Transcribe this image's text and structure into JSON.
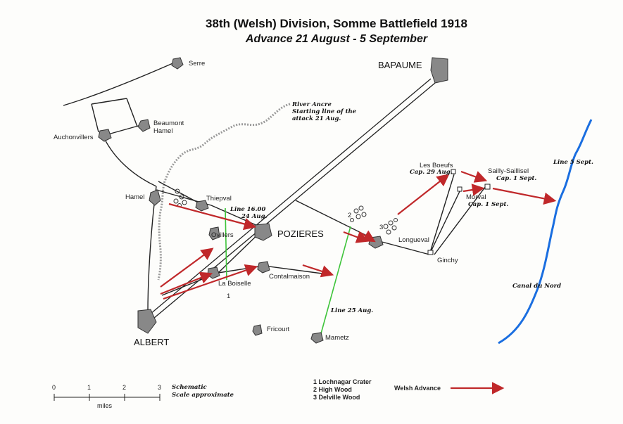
{
  "title": "38th (Welsh) Division, Somme Battlefield 1918",
  "subtitle": "Advance 21 August - 5 September",
  "places": {
    "serre": "Serre",
    "bapaume": "BAPAUME",
    "beaumont_hamel_1": "Beaumont",
    "beaumont_hamel_2": "Hamel",
    "auchonvillers": "Auchonvillers",
    "hamel": "Hamel",
    "thiepval": "Thiepval",
    "ovillers": "Ovillers",
    "pozieres": "POZIERES",
    "la_boiselle": "La Boiselle",
    "contalmaison": "Contalmaison",
    "longueval": "Longueval",
    "les_boeufs": "Les Boeufs",
    "sailly_saillisel": "Sailly-Saillisel",
    "morval": "Morval",
    "ginchy": "Ginchy",
    "fricourt": "Fricourt",
    "mametz": "Mametz",
    "albert": "ALBERT"
  },
  "notes": {
    "river_1": "River Ancre",
    "river_2": "Starting line of the",
    "river_3": "attack 21 Aug.",
    "line16_1": "Line 16.00",
    "line16_2": "24 Aug.",
    "line25": "Line 25 Aug.",
    "line5": "Line 5 Sept.",
    "canal": "Canal du Nord",
    "les_boeufs_cap": "Cap. 29 Aug.",
    "sailly_cap": "Cap. 1 Sept.",
    "morval_cap": "Cap. 1 Sept."
  },
  "markers": {
    "one": "1",
    "two": "2",
    "three": "3"
  },
  "scale": {
    "ticks": [
      "0",
      "1",
      "2",
      "3"
    ],
    "unit": "miles",
    "note_1": "Schematic",
    "note_2": "Scale approximate"
  },
  "legend": {
    "item_1": "1 Lochnagar Crater",
    "item_2": "2 High Wood",
    "item_3": "3 Delville Wood",
    "advance": "Welsh Advance"
  },
  "colors": {
    "advance_arrow": "#c0282a",
    "line_green": "#3ec43a",
    "line_blue": "#1a6ee0",
    "road": "#222222",
    "river": "#888888"
  }
}
